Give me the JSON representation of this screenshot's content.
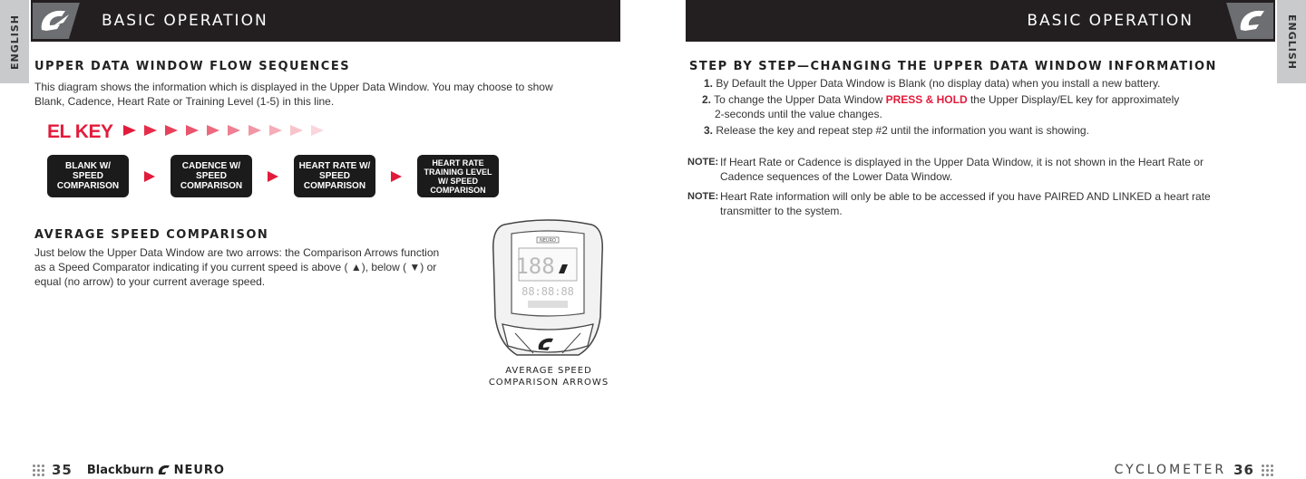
{
  "left_page": {
    "language_tab": "ENGLISH",
    "header_title": "BASIC OPERATION",
    "section1": {
      "title": "UPPER DATA WINDOW FLOW SEQUENCES",
      "line1": "This diagram shows the information which is displayed in the Upper Data Window. You may choose to show",
      "line2": "Blank, Cadence, Heart Rate or Training Level (1-5) in this line."
    },
    "el_key_label": "EL KEY",
    "flow_boxes": [
      {
        "l1": "BLANK W/",
        "l2": "SPEED",
        "l3": "COMPARISON",
        "l4": ""
      },
      {
        "l1": "CADENCE W/",
        "l2": "SPEED",
        "l3": "COMPARISON",
        "l4": ""
      },
      {
        "l1": "HEART RATE W/",
        "l2": "SPEED",
        "l3": "COMPARISON",
        "l4": ""
      },
      {
        "l1": "HEART RATE",
        "l2": "TRAINING LEVEL",
        "l3": "W/ SPEED",
        "l4": "COMPARISON"
      }
    ],
    "section2": {
      "title": "AVERAGE SPEED COMPARISON",
      "line1": "Just below the Upper Data Window are two arrows: the Comparison Arrows function",
      "line2": "as a Speed Comparator indicating if you current speed is above ( ▲), below ( ▼) or",
      "line3": "equal (no arrow) to your current average speed."
    },
    "device": {
      "brand_text": "NEURO",
      "upper_digits": "188",
      "lower_digits": "88:88:88"
    },
    "device_caption_line1": "AVERAGE SPEED",
    "device_caption_line2": "COMPARISON ARROWS",
    "footer": {
      "page_number": "35",
      "brand": "Blackburn",
      "product": "NEURO"
    }
  },
  "right_page": {
    "language_tab": "ENGLISH",
    "header_title": "BASIC OPERATION",
    "section_title": "STEP BY STEP—CHANGING THE UPPER DATA WINDOW INFORMATION",
    "steps": [
      {
        "num": "1.",
        "text": "By Default the Upper Data Window is Blank (no display data)  when you install a new battery."
      },
      {
        "num": "2.",
        "pre": "To change the Upper Data Window ",
        "highlight": "PRESS & HOLD",
        "post": " the Upper Display/EL key for approximately",
        "cont": "2-seconds until the value changes."
      },
      {
        "num": "3.",
        "text": "Release the key and repeat step #2 until the information you want is showing."
      }
    ],
    "notes": [
      {
        "label": "NOTE:",
        "l1": "If Heart Rate or Cadence is displayed in the Upper Data Window, it is not shown in the Heart Rate or",
        "l2": "Cadence sequences of the Lower Data Window."
      },
      {
        "label": "NOTE:",
        "l1": "Heart Rate information will only be able to be accessed if you have PAIRED AND LINKED a heart rate",
        "l2": "transmitter to the system."
      }
    ],
    "footer": {
      "label": "CYCLOMETER",
      "page_number": "36"
    }
  },
  "colors": {
    "accent_red": "#e31b3b",
    "header_black": "#231f20",
    "tab_gray": "#c9cacb"
  }
}
